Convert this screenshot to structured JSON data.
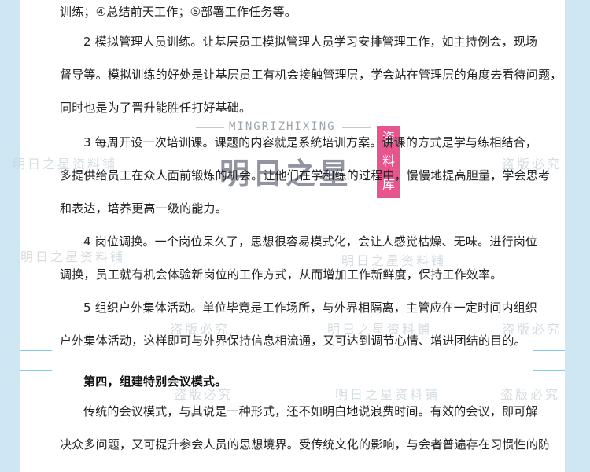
{
  "watermarks": {
    "brand": "明日之星资料铺",
    "warning": "盗版必究"
  },
  "logo": {
    "english": "MINGRIZHIXING",
    "chinese": "明日之星",
    "seal": [
      "资",
      "料",
      "库"
    ]
  },
  "lines": [
    "训练；④总结前天工作；⑤部署工作任务等。",
    "2 模拟管理人员训练。让基层员工模拟管理人员学习安排管理工作，如主持例会，现场",
    "督导等。模拟训练的好处是让基层员工有机会接触管理层，学会站在管理层的角度去看待问题，",
    "同时也是为了晋升能胜任打好基础。",
    "3 每周开设一次培训课。课题的内容就是系统培训方案。讲课的方式是学与练相结合，",
    "多提供给员工在众人面前锻炼的机会。让他们在学和练的过程中，慢慢地提高胆量，学会思考",
    "和表达，培养更高一级的能力。",
    "4 岗位调换。一个岗位呆久了，思想很容易模式化，会让人感觉枯燥、无味。进行岗位",
    "调换，员工就有机会体验新岗位的工作方式，从而增加工作新鲜度，保持工作效率。",
    "5 组织户外集体活动。单位毕竟是工作场所，与外界相隔离，主管应在一定时间内组织",
    "户外集体活动，这样即可与外界保持信息相流通，又可达到调节心情、增进团结的目的。",
    "第四，组建特别会议模式。",
    "传统的会议模式，与其说是一种形式，还不如明白地说浪费时间。有效的会议，即可解",
    "决众多问题，又可提升参会人员的思想境界。受传统文化的影响，与会者普遍存在习惯性的防"
  ]
}
